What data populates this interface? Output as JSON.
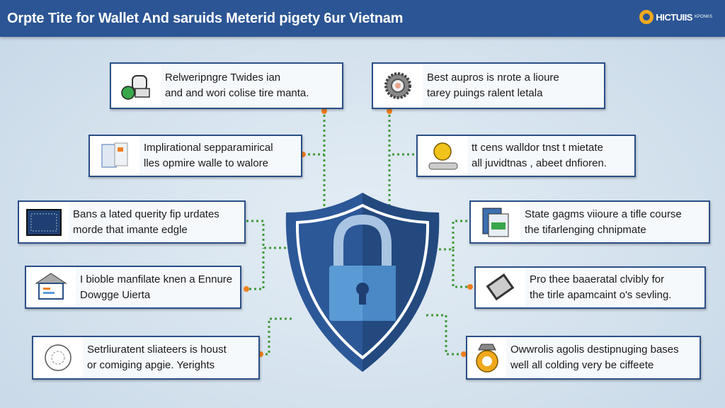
{
  "header": {
    "title": "Orpte Tite for Wallet And saruids Meterid pigety 6ur Vietnam",
    "logo_text": "HICTUIIS",
    "logo_sub": "KPONKS"
  },
  "colors": {
    "header": "#2b5594",
    "shield": "#2c5898",
    "lock": "#5b9bd5",
    "connector": "#3f9a3a",
    "dot": "#f07f1e"
  },
  "boxes": [
    {
      "icon": "kitchen-appliance-icon",
      "line1": "Relweripngre Twides ian",
      "line2": "and and wori colise tire manta."
    },
    {
      "icon": "gear-icon",
      "line1": "Best aupros is nrote a lioure",
      "line2": "tarey puings ralent letala"
    },
    {
      "icon": "documents-icon",
      "line1": "Implirational sepparamirical",
      "line2": "lles opmire walle to walore"
    },
    {
      "icon": "coin-icon",
      "line1": "tt cens walldor tnst t mietate",
      "line2": "all juvidtnas , abeet dnfioren."
    },
    {
      "icon": "monitor-icon",
      "line1": "Bans a lated querity fip urdates",
      "line2": "morde that imante edgle"
    },
    {
      "icon": "tablet-icon",
      "line1": "State gagms viioure a tifle course",
      "line2": "the tifarlenging chnipmate"
    },
    {
      "icon": "house-computer-icon",
      "line1": "I bioble manfilate knen a Ennure",
      "line2": "Dowgge Uierta"
    },
    {
      "icon": "card-icon",
      "line1": "Pro thee baaeratal clvibly for",
      "line2": "the tirle apamcaint o's sevling."
    },
    {
      "icon": "globe-icon",
      "line1": "Setrliuratent sliateers is houst",
      "line2": "or comiging apgie. Yerights"
    },
    {
      "icon": "badge-icon",
      "line1": "Owwrolis agolis destipnuging bases",
      "line2": "well all colding very be ciffeete"
    }
  ]
}
